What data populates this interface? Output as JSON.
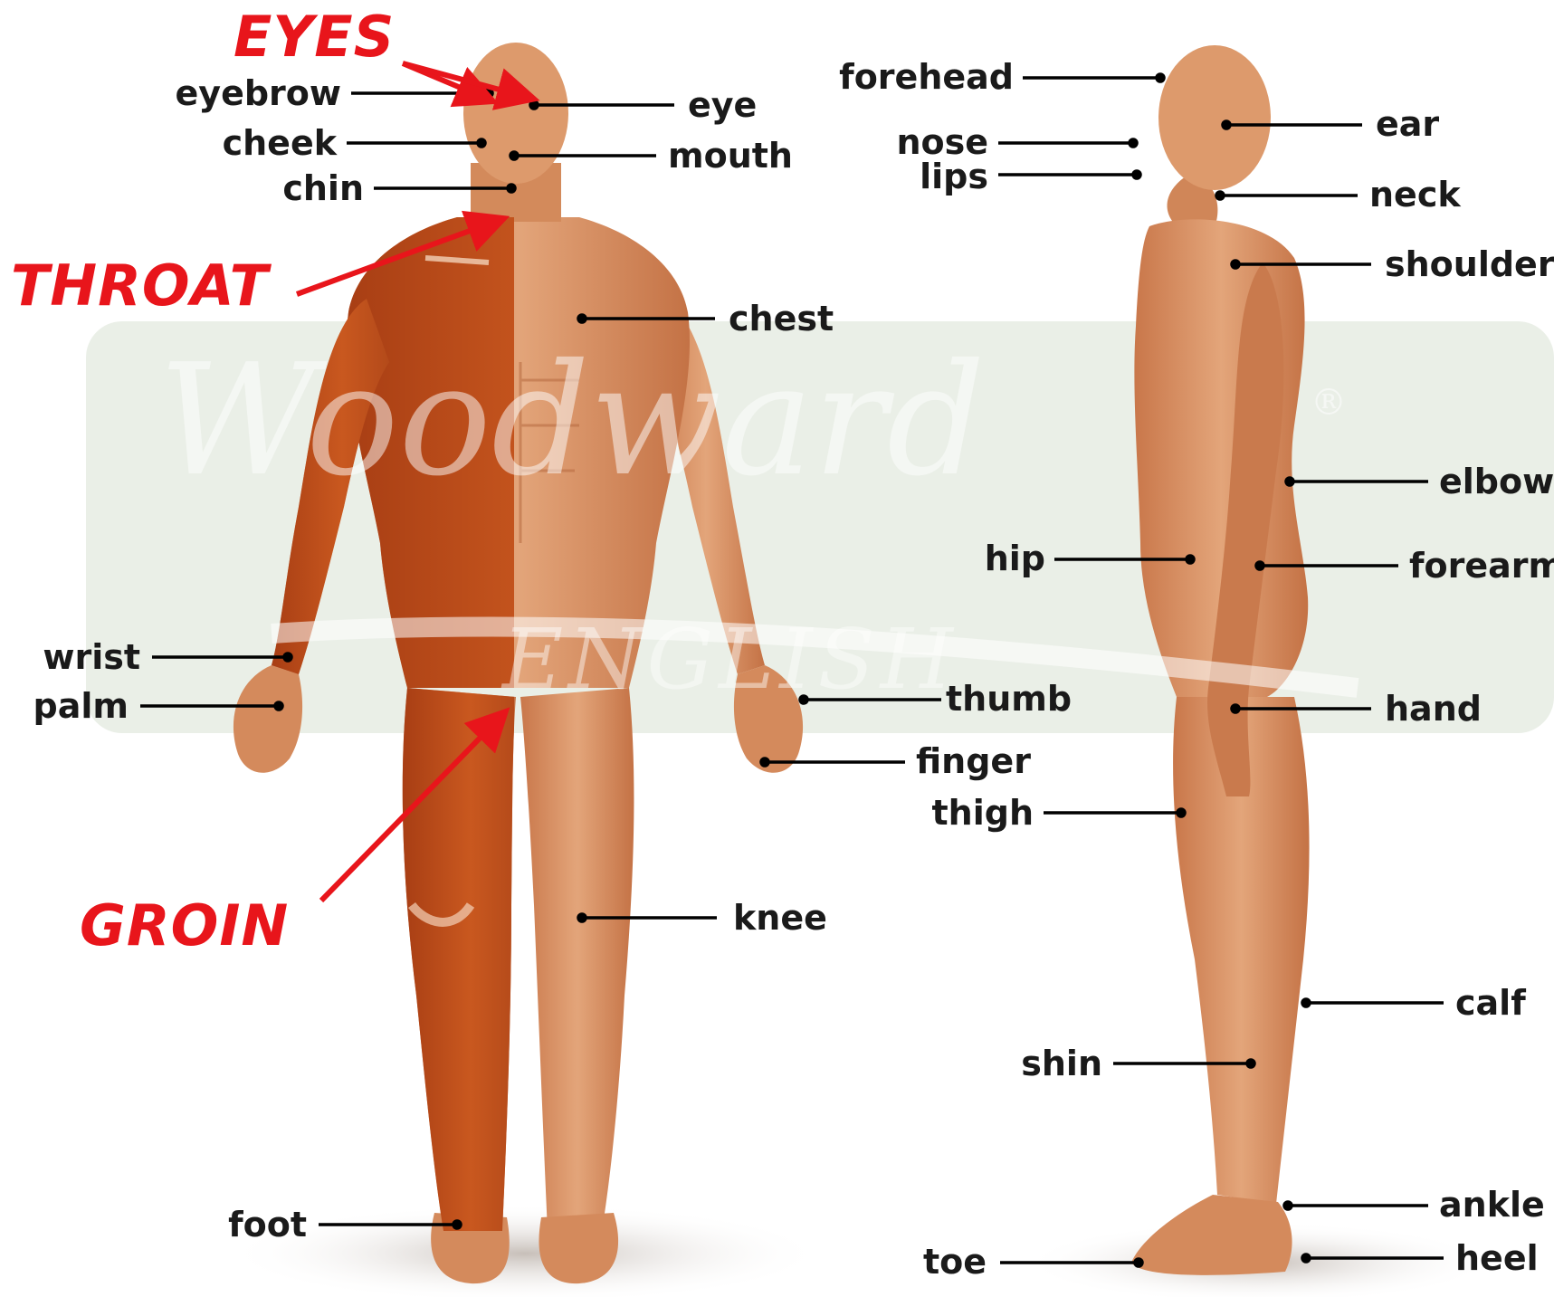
{
  "colors": {
    "skin": "#d98d5f",
    "skin_dark": "#b86a3f",
    "muscle": "#b8481c",
    "label_text": "#1a1a1a",
    "warning_red": "#e8151b",
    "watermark_panel": "#e6ece3"
  },
  "watermark": {
    "brand": "Woodward",
    "sub": "ENGLISH",
    "registered": "®"
  },
  "warnings": {
    "eyes": "EYES",
    "throat": "THROAT",
    "groin": "GROIN"
  },
  "front_labels": {
    "eyebrow": "eyebrow",
    "eye": "eye",
    "cheek": "cheek",
    "mouth": "mouth",
    "chin": "chin",
    "chest": "chest",
    "wrist": "wrist",
    "palm": "palm",
    "thumb": "thumb",
    "finger": "finger",
    "knee": "knee",
    "foot": "foot"
  },
  "side_labels": {
    "forehead": "forehead",
    "ear": "ear",
    "nose": "nose",
    "lips": "lips",
    "neck": "neck",
    "shoulder": "shoulder",
    "elbow": "elbow",
    "hip": "hip",
    "forearm": "forearm",
    "hand": "hand",
    "thigh": "thigh",
    "calf": "calf",
    "shin": "shin",
    "ankle": "ankle",
    "toe": "toe",
    "heel": "heel"
  }
}
